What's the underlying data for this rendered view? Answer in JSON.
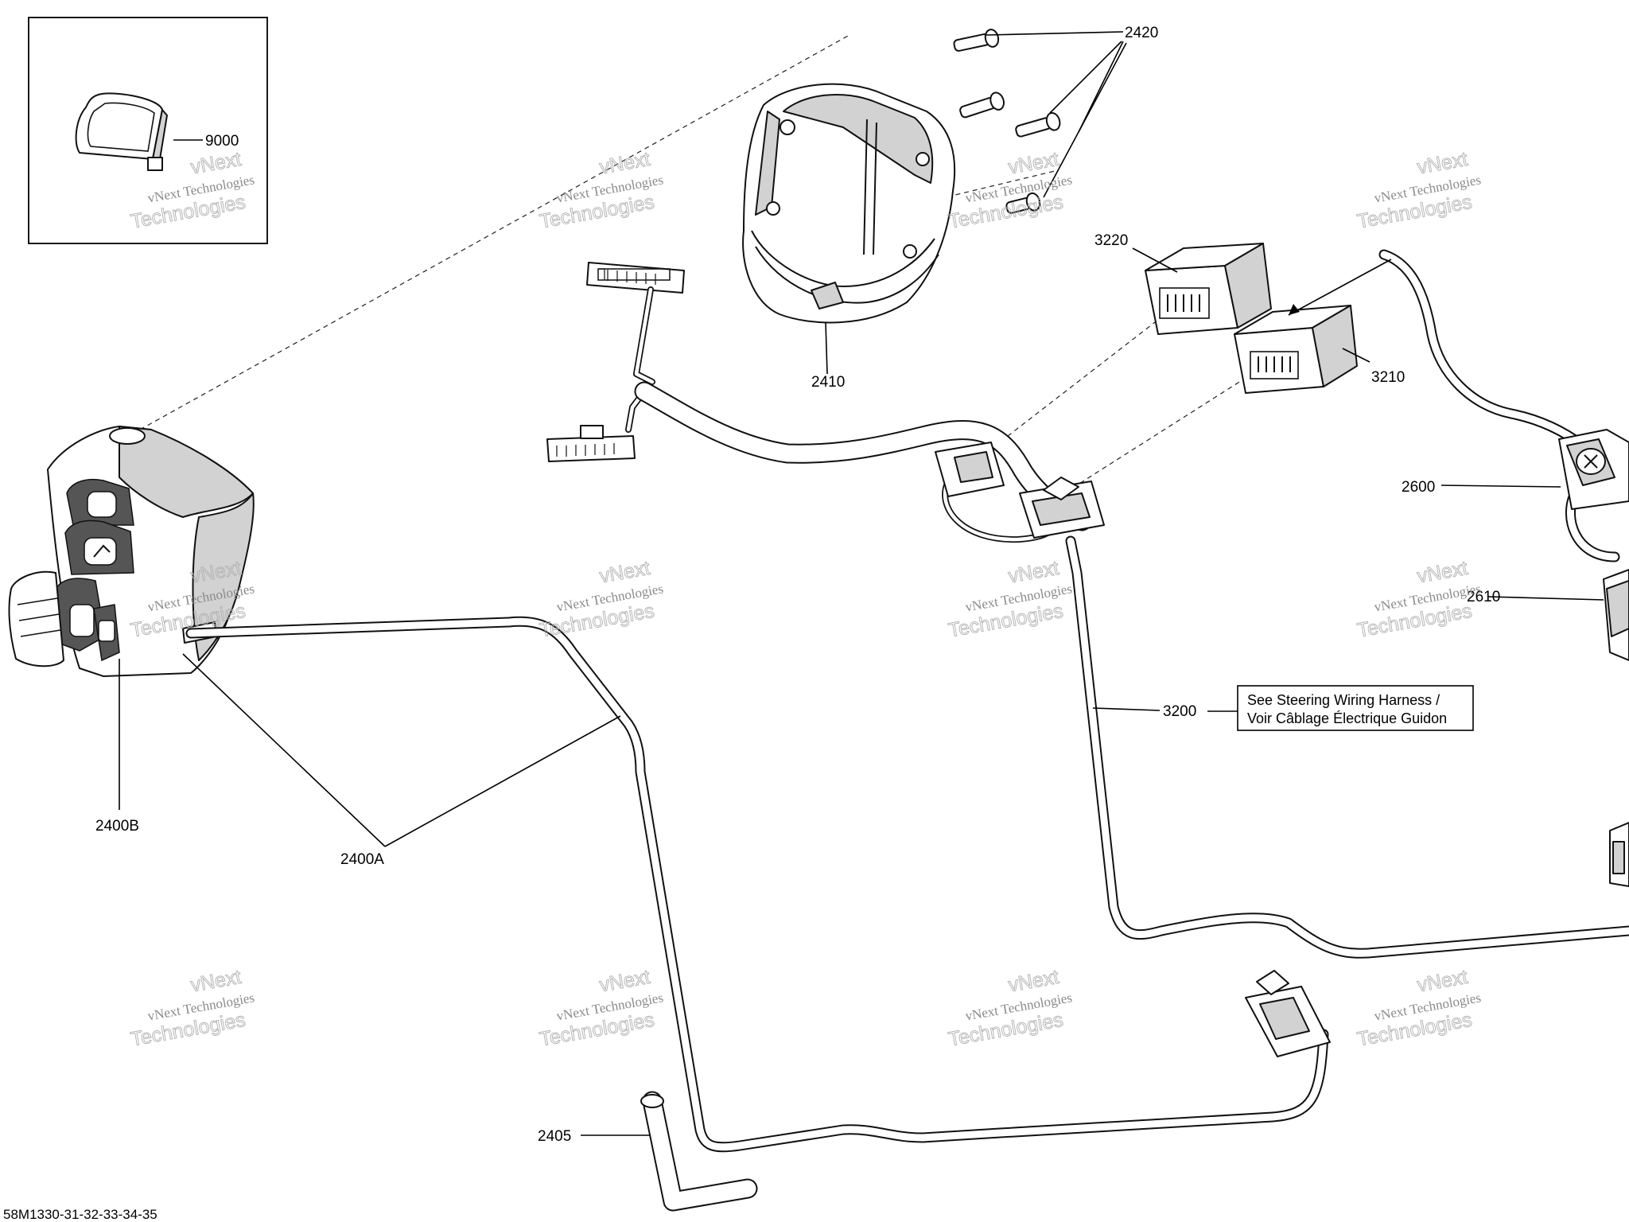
{
  "diagram": {
    "document_id": "58M1330-31-32-33-34-35",
    "note": {
      "line1": "See Steering Wiring Harness /",
      "line2": "Voir Câblage Électrique Guidon"
    },
    "callouts": {
      "p9000": "9000",
      "p2420": "2420",
      "p2410": "2410",
      "p3220": "3220",
      "p3210": "3210",
      "p2600": "2600",
      "p2610": "2610",
      "p3200": "3200",
      "p2400B": "2400B",
      "p2400A": "2400A",
      "p2405": "2405"
    },
    "watermark": {
      "line1": "vNext Technologies",
      "line2": "Technologies",
      "arc_text": "vNext"
    }
  }
}
